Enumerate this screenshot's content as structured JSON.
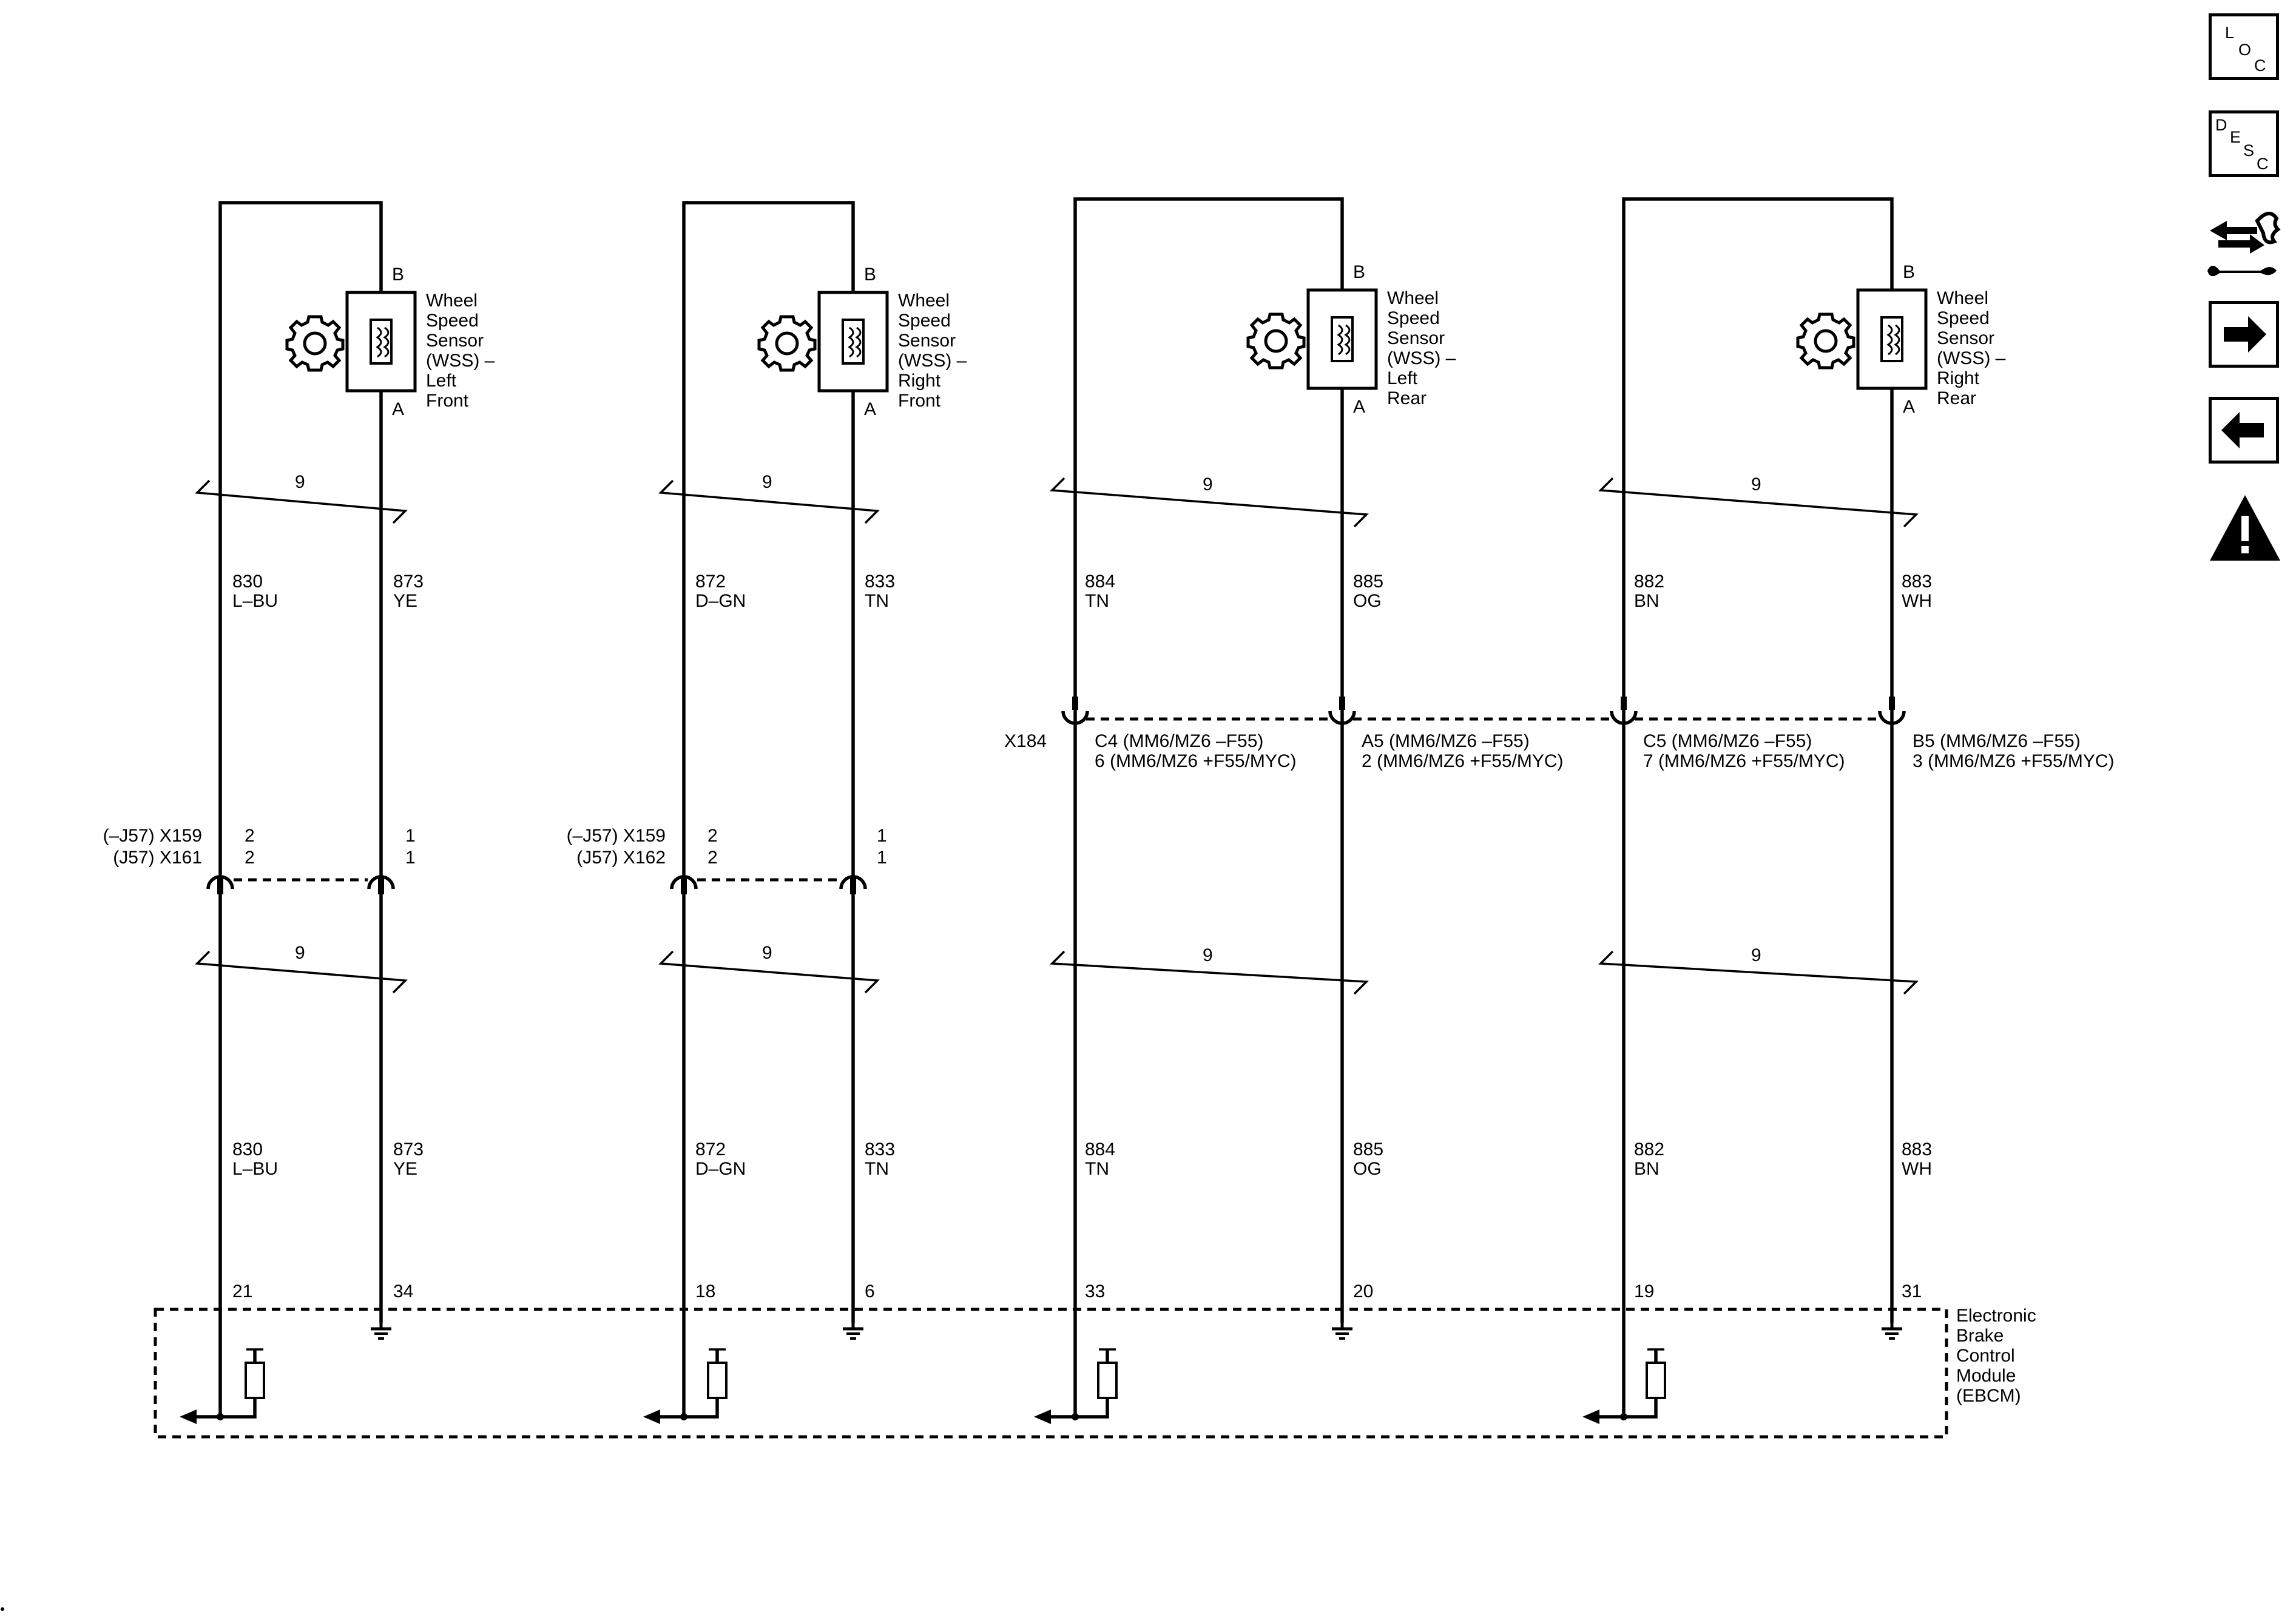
{
  "toolbar": {
    "loc": {
      "letters": [
        "L",
        "O",
        "C"
      ]
    },
    "desc": {
      "letters": [
        "D",
        "E",
        "S",
        "C"
      ]
    }
  },
  "sensors": [
    {
      "pin_b": "B",
      "pin_a": "A",
      "name": [
        "Wheel",
        "Speed",
        "Sensor",
        "(WSS) –",
        "Left",
        "Front"
      ]
    },
    {
      "pin_b": "B",
      "pin_a": "A",
      "name": [
        "Wheel",
        "Speed",
        "Sensor",
        "(WSS) –",
        "Right",
        "Front"
      ]
    },
    {
      "pin_b": "B",
      "pin_a": "A",
      "name": [
        "Wheel",
        "Speed",
        "Sensor",
        "(WSS) –",
        "Left",
        "Rear"
      ]
    },
    {
      "pin_b": "B",
      "pin_a": "A",
      "name": [
        "Wheel",
        "Speed",
        "Sensor",
        "(WSS) –",
        "Right",
        "Rear"
      ]
    }
  ],
  "twist_label": "9",
  "wires": [
    {
      "circuit": "830",
      "color": "L–BU",
      "module_pin": "21"
    },
    {
      "circuit": "873",
      "color": "YE",
      "module_pin": "34"
    },
    {
      "circuit": "872",
      "color": "D–GN",
      "module_pin": "18"
    },
    {
      "circuit": "833",
      "color": "TN",
      "module_pin": "6"
    },
    {
      "circuit": "884",
      "color": "TN",
      "module_pin": "33"
    },
    {
      "circuit": "885",
      "color": "OG",
      "module_pin": "20"
    },
    {
      "circuit": "882",
      "color": "BN",
      "module_pin": "19"
    },
    {
      "circuit": "883",
      "color": "WH",
      "module_pin": "31"
    }
  ],
  "front_connectors": [
    {
      "line1": "(–J57) X159",
      "line2": "(J57) X161",
      "pins_left": [
        "2",
        "2"
      ],
      "pins_right": [
        "1",
        "1"
      ]
    },
    {
      "line1": "(–J57) X159",
      "line2": "(J57) X162",
      "pins_left": [
        "2",
        "2"
      ],
      "pins_right": [
        "1",
        "1"
      ]
    }
  ],
  "rear_connector": {
    "name": "X184",
    "pins": [
      {
        "line1": "C4 (MM6/MZ6 –F55)",
        "line2": "6 (MM6/MZ6 +F55/MYC)"
      },
      {
        "line1": "A5 (MM6/MZ6 –F55)",
        "line2": "2 (MM6/MZ6 +F55/MYC)"
      },
      {
        "line1": "C5 (MM6/MZ6 –F55)",
        "line2": "7 (MM6/MZ6 +F55/MYC)"
      },
      {
        "line1": "B5 (MM6/MZ6 –F55)",
        "line2": "3 (MM6/MZ6 +F55/MYC)"
      }
    ]
  },
  "module": {
    "name": [
      "Electronic",
      "Brake",
      "Control",
      "Module",
      "(EBCM)"
    ]
  }
}
